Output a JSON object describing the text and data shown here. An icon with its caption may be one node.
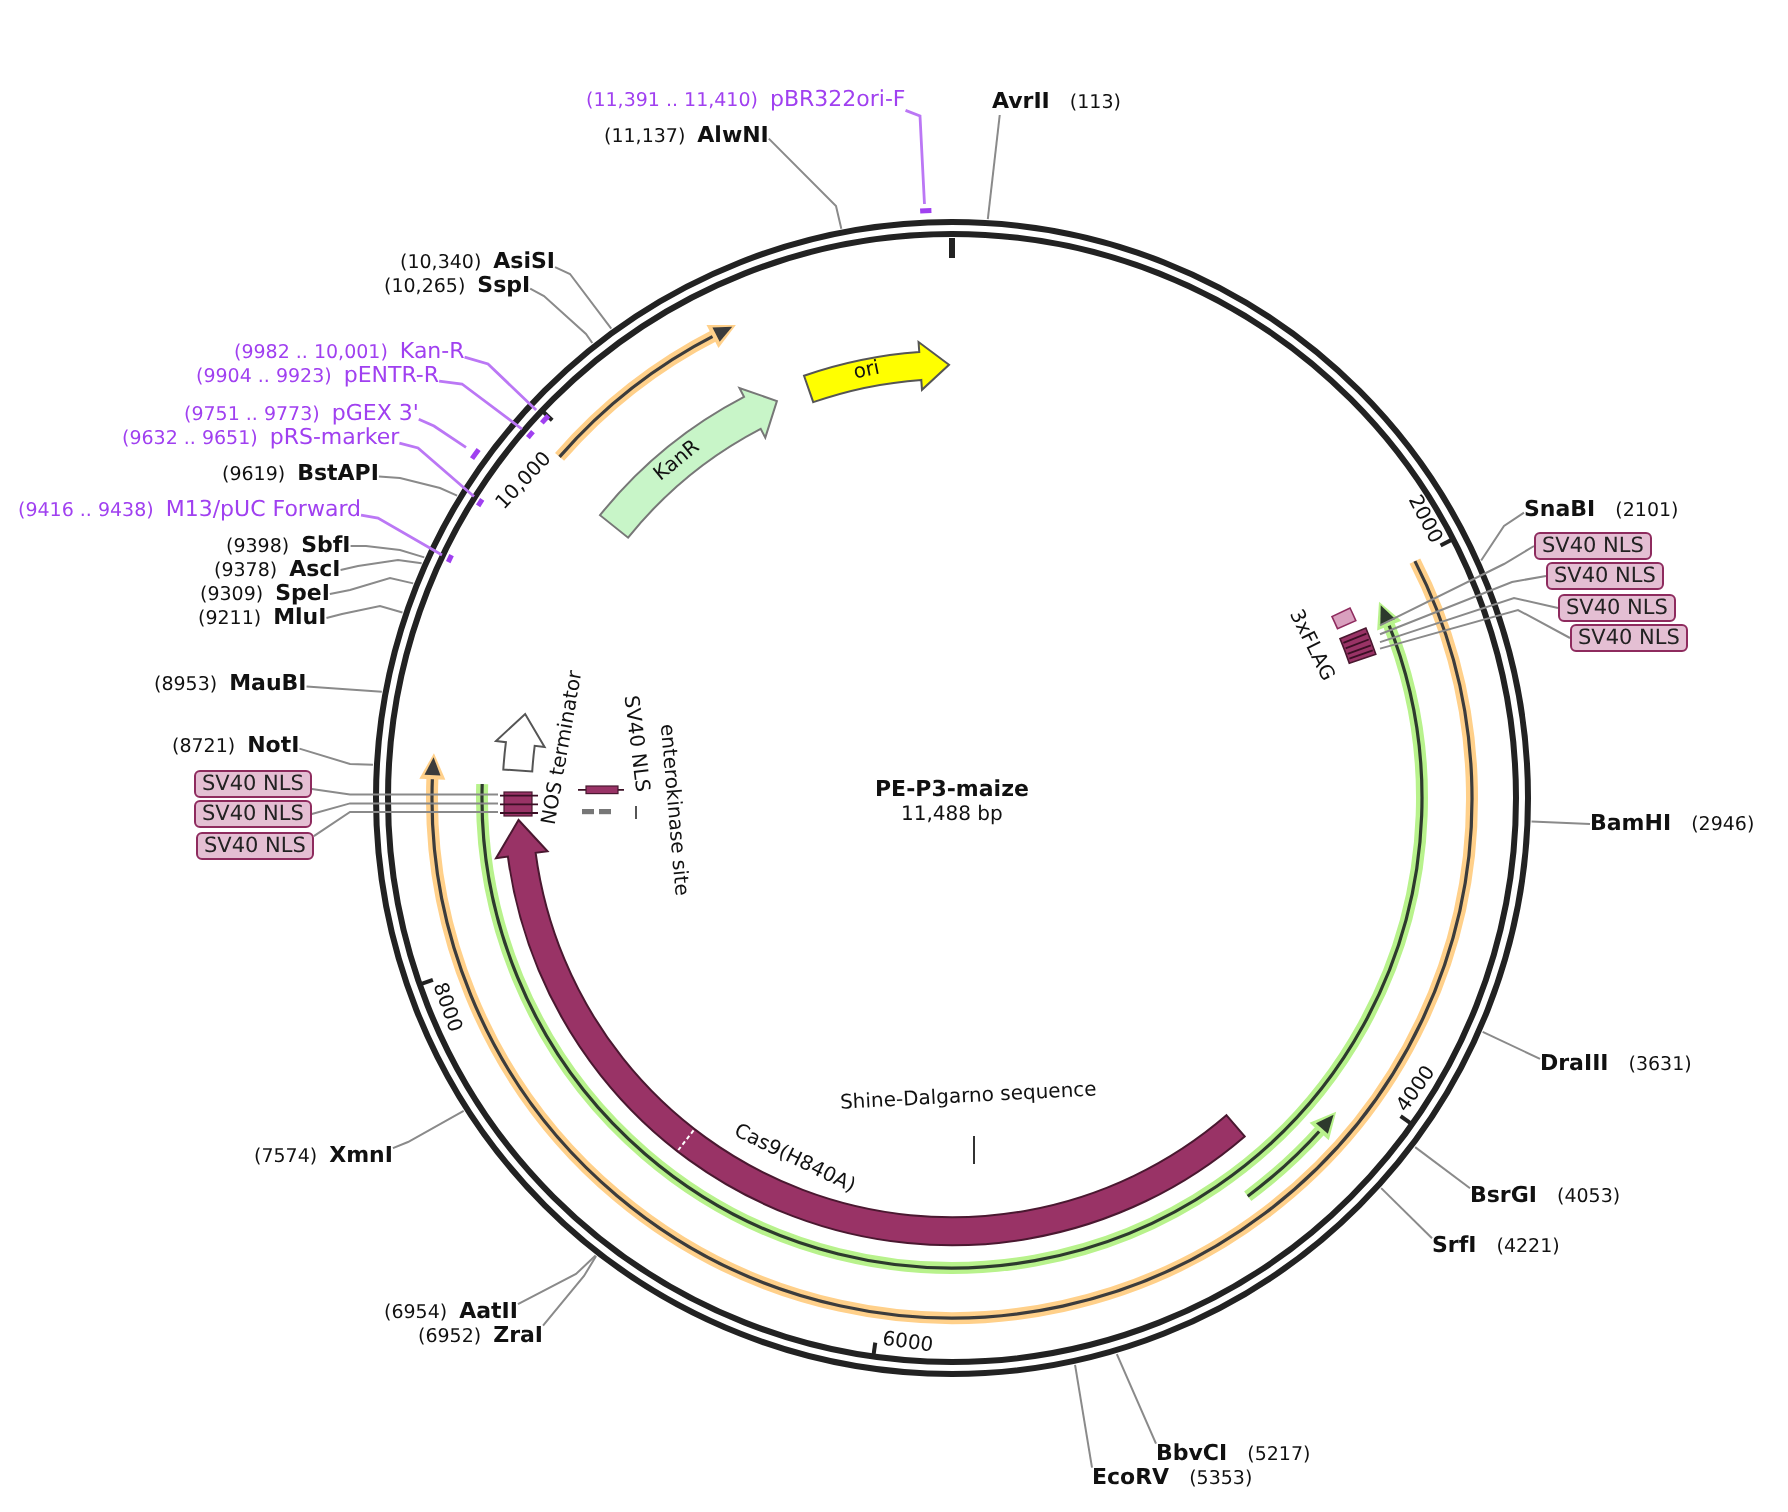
{
  "diagram": {
    "title": "PE-P3-maize",
    "nodes": [
      {
        "text": [
          "pBR322ori-F"
        ],
        "beside": [
          "(11,391 .. 11,410)"
        ]
      },
      {
        "text": [
          "AvrII"
        ],
        "beside": [
          "(113)"
        ]
      },
      {
        "text": [
          "AlwNI"
        ],
        "beside": [
          "(11,137)"
        ]
      },
      {
        "text": [
          "AsiSI"
        ],
        "beside": [
          "(10,340)"
        ]
      },
      {
        "text": [
          "SspI"
        ],
        "beside": [
          "(10,265)"
        ]
      },
      {
        "text": [
          "Kan-R"
        ],
        "beside": [
          "(9982 .. 10,001)"
        ]
      },
      {
        "text": [
          "pENTR-R"
        ],
        "beside": [
          "(9904 .. 9923)"
        ]
      },
      {
        "text": [
          "pGEX 3'"
        ],
        "beside": [
          "(9751 .. 9773)"
        ]
      },
      {
        "text": [
          "pRS-marker"
        ],
        "beside": [
          "(9632 .. 9651)"
        ]
      },
      {
        "text": [
          "BstAPI"
        ],
        "beside": [
          "(9619)"
        ]
      },
      {
        "text": [
          "M13/pUC Forward"
        ],
        "beside": [
          "(9416 .. 9438)"
        ]
      },
      {
        "text": [
          "SnaBI"
        ],
        "beside": [
          "(2101)"
        ]
      },
      {
        "text": [
          "SbfI"
        ],
        "beside": [
          "(9398)"
        ]
      },
      {
        "text": [
          "AscI"
        ],
        "beside": [
          "(9378)"
        ]
      },
      {
        "text": [
          "SpeI"
        ],
        "beside": [
          "(9309)"
        ]
      },
      {
        "text": [
          "MluI"
        ],
        "beside": [
          "(9211)"
        ]
      },
      {
        "text": [
          "SV40 NLS"
        ]
      },
      {
        "text": [
          "SV40 NLS"
        ]
      },
      {
        "text": [
          "SV40 NLS"
        ]
      },
      {
        "text": [
          "SV40 NLS"
        ]
      },
      {
        "text": [
          "MauBI"
        ],
        "beside": [
          "(8953)"
        ]
      },
      {
        "text": [
          "NotI"
        ],
        "beside": [
          "(8721)"
        ]
      },
      {
        "text": [
          "SV40 NLS"
        ]
      },
      {
        "text": [
          "SV40 NLS"
        ]
      },
      {
        "text": [
          "SV40 NLS"
        ]
      },
      {
        "text": [
          "BamHI"
        ],
        "beside": [
          "(2946)"
        ]
      },
      {
        "text": [
          "DraIII"
        ],
        "beside": [
          "(3631)"
        ]
      },
      {
        "text": [
          "XmnI"
        ],
        "beside": [
          "(7574)"
        ]
      },
      {
        "text": [
          "BsrGI"
        ],
        "beside": [
          "(4053)"
        ]
      },
      {
        "text": [
          "SrfI"
        ],
        "beside": [
          "(4221)"
        ]
      },
      {
        "text": [
          "AatII"
        ],
        "beside": [
          "(6954)"
        ]
      },
      {
        "text": [
          "ZraI"
        ],
        "beside": [
          "(6952)"
        ]
      },
      {
        "text": [
          "BbvCI"
        ],
        "beside": [
          "(5217)"
        ]
      },
      {
        "text": [
          "EcoRV"
        ],
        "beside": [
          "(5353)"
        ]
      },
      {
        "text": [],
        "shape": "circle"
      },
      {
        "text": [
          "ori"
        ],
        "in": 34
      },
      {
        "text": [
          "KanR"
        ],
        "in": 34
      },
      {
        "text": [],
        "shape": "box",
        "beside": [
          "3xFLAG"
        ],
        "in": 34
      },
      {
        "text": [],
        "shape": "box",
        "in": 34
      },
      {
        "text": [],
        "shape": "arrow",
        "beside": [
          "NOS terminator"
        ],
        "in": 34
      },
      {
        "text": [],
        "shape": "box",
        "in": 34
      },
      {
        "text": [],
        "shape": "bar",
        "beside": [
          "SV40 NLS"
        ],
        "in": 34
      },
      {
        "text": [],
        "shape": "arrow",
        "beside": [
          "Cas9(H840A)"
        ],
        "in": 34
      },
      {
        "text": [],
        "shape": "bar"
      },
      {
        "text": [],
        "shape": "bar",
        "in": 34
      },
      {
        "text": [],
        "shape": "bar",
        "in": 34
      },
      {
        "text": [],
        "shape": "bar"
      },
      {
        "text": [],
        "shape": "bar",
        "in": 34
      },
      {
        "text": [],
        "shape": "bar",
        "in": 34
      }
    ],
    "edges": [
      {
        "from": 0,
        "to": 43,
        "arrow": "none",
        "color": "#bb77f5"
      },
      {
        "from": 1,
        "to": 34,
        "arrow": "none"
      },
      {
        "from": 2,
        "to": 34,
        "arrow": "none"
      },
      {
        "from": 3,
        "to": 34,
        "arrow": "none"
      },
      {
        "from": 4,
        "to": 34,
        "arrow": "none"
      },
      {
        "from": 5,
        "to": 44,
        "arrow": "none",
        "color": "#bb77f5"
      },
      {
        "from": 6,
        "to": 45,
        "arrow": "none",
        "color": "#bb77f5"
      },
      {
        "from": 7,
        "to": 46,
        "arrow": "none",
        "color": "#bb77f5"
      },
      {
        "from": 8,
        "to": 47,
        "arrow": "none",
        "color": "#bb77f5"
      },
      {
        "from": 9,
        "to": 34,
        "arrow": "none"
      },
      {
        "from": 10,
        "to": 48,
        "arrow": "none",
        "color": "#bb77f5"
      },
      {
        "from": 11,
        "to": 34,
        "arrow": "none"
      },
      {
        "from": 12,
        "to": 34,
        "arrow": "none"
      },
      {
        "from": 13,
        "to": 34,
        "arrow": "none"
      },
      {
        "from": 14,
        "to": 34,
        "arrow": "none"
      },
      {
        "from": 15,
        "to": 34,
        "arrow": "none"
      },
      {
        "from": 16,
        "to": 38,
        "arrow": "none"
      },
      {
        "from": 17,
        "to": 38,
        "arrow": "none"
      },
      {
        "from": 18,
        "to": 38,
        "arrow": "none"
      },
      {
        "from": 19,
        "to": 38,
        "arrow": "none"
      },
      {
        "from": 20,
        "to": 34,
        "arrow": "none"
      },
      {
        "from": 21,
        "to": 34,
        "arrow": "none"
      },
      {
        "from": 22,
        "to": 40,
        "arrow": "none"
      },
      {
        "from": 23,
        "to": 40,
        "arrow": "none"
      },
      {
        "from": 24,
        "to": 40,
        "arrow": "none"
      },
      {
        "from": 25,
        "to": 34,
        "arrow": "none"
      },
      {
        "from": 26,
        "to": 34,
        "arrow": "none"
      },
      {
        "from": 27,
        "to": 34,
        "arrow": "none"
      },
      {
        "from": 28,
        "to": 34,
        "arrow": "none"
      },
      {
        "from": 29,
        "to": 34,
        "arrow": "none"
      },
      {
        "from": 30,
        "to": 34,
        "arrow": "none"
      },
      {
        "from": 31,
        "to": 34,
        "arrow": "none"
      },
      {
        "from": 32,
        "to": 34,
        "arrow": "none"
      },
      {
        "from": 33,
        "to": 34,
        "arrow": "none"
      }
    ],
    "labels": [
      "10,000",
      "2000",
      "enterokinase site",
      "11,488 bp",
      "8000",
      "4000",
      "Shine-Dalgarno sequence",
      "6000"
    ]
  }
}
